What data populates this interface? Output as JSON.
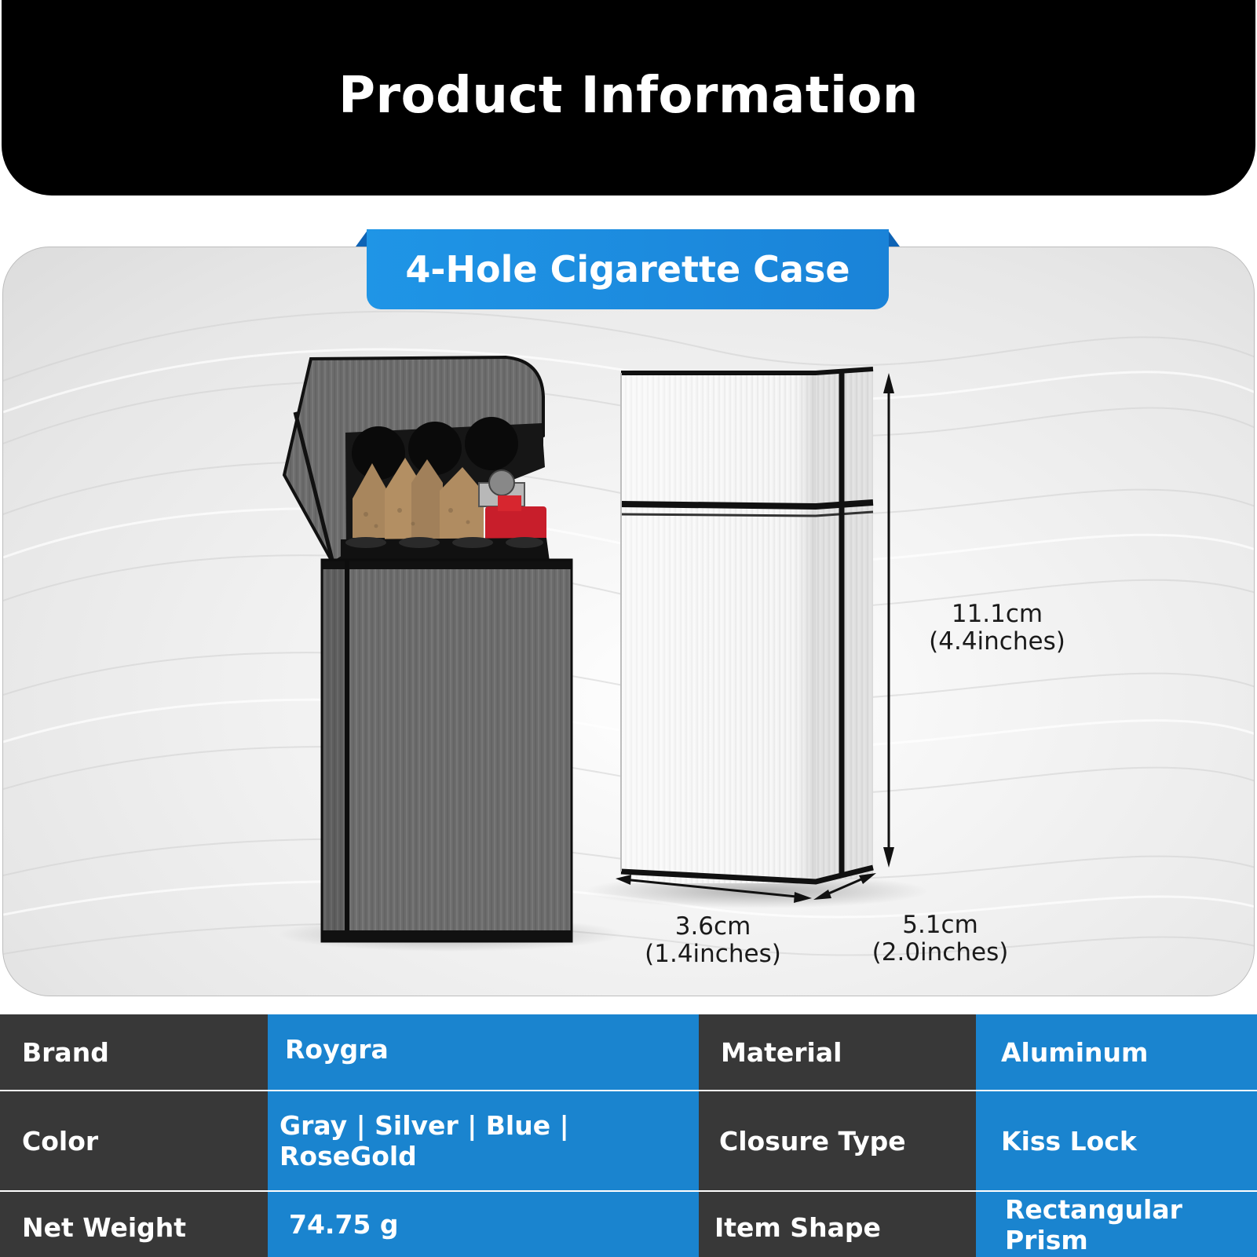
{
  "header": {
    "title": "Product Information"
  },
  "banner": {
    "title": "4-Hole Cigarette Case"
  },
  "dimensions": {
    "height": {
      "metric": "11.1cm",
      "imperial": "(4.4inches)"
    },
    "width": {
      "metric": "3.6cm",
      "imperial": "(1.4inches)"
    },
    "depth": {
      "metric": "5.1cm",
      "imperial": "(2.0inches)"
    }
  },
  "specs": [
    [
      {
        "label": "Brand",
        "value": "Roygra"
      },
      {
        "label": "Material",
        "value": "Aluminum"
      }
    ],
    [
      {
        "label": "Color",
        "value": "Gray | Silver | Blue | RoseGold"
      },
      {
        "label": "Closure Type",
        "value": "Kiss Lock"
      }
    ],
    [
      {
        "label": "Net Weight",
        "value": "74.75 g"
      },
      {
        "label": "Item Shape",
        "value": "Rectangular Prism"
      }
    ]
  ],
  "colors": {
    "header_bg": "#000000",
    "banner_bg": "#1a83d8",
    "label_cell": "#383838",
    "value_cell": "#1a84cf"
  }
}
